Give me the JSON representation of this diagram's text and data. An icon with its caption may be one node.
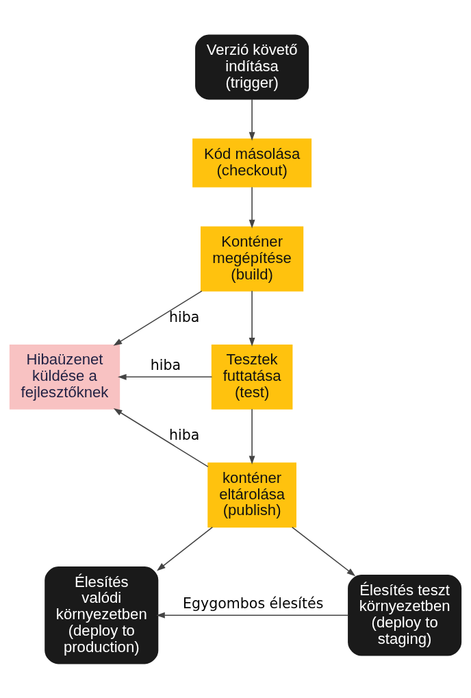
{
  "diagram": {
    "nodes": [
      {
        "text": [
          "Verzió követő indítása (trigger)"
        ]
      },
      {
        "text": [
          "Kód másolása (checkout)"
        ]
      },
      {
        "text": [
          "Konténer megépítése (build)"
        ]
      },
      {
        "text": [
          "Tesztek futtatása (test)"
        ]
      },
      {
        "text": [
          "konténer eltárolása (publish)"
        ]
      },
      {
        "text": [
          "Hibaüzenet küldése a fejlesztőknek"
        ]
      },
      {
        "text": [
          "Élesítés valódi környezetben (deploy to production)"
        ]
      },
      {
        "text": [
          "Élesítés teszt környezetben (deploy to staging)"
        ]
      }
    ],
    "edges": [
      {
        "from": 0,
        "to": 1,
        "arrow": "to"
      },
      {
        "from": 1,
        "to": 2,
        "arrow": "to"
      },
      {
        "from": 2,
        "to": 3,
        "arrow": "to"
      },
      {
        "from": 3,
        "to": 4,
        "arrow": "to"
      },
      {
        "from": 2,
        "to": 5,
        "arrow": "to",
        "label": "hiba"
      },
      {
        "from": 3,
        "to": 5,
        "arrow": "to",
        "label": "hiba"
      },
      {
        "from": 4,
        "to": 5,
        "arrow": "to",
        "label": "hiba"
      },
      {
        "from": 4,
        "to": 6,
        "arrow": "to"
      },
      {
        "from": 4,
        "to": 7,
        "arrow": "to"
      },
      {
        "from": 7,
        "to": 6,
        "arrow": "to",
        "label": "Egygombos élesítés"
      }
    ]
  }
}
